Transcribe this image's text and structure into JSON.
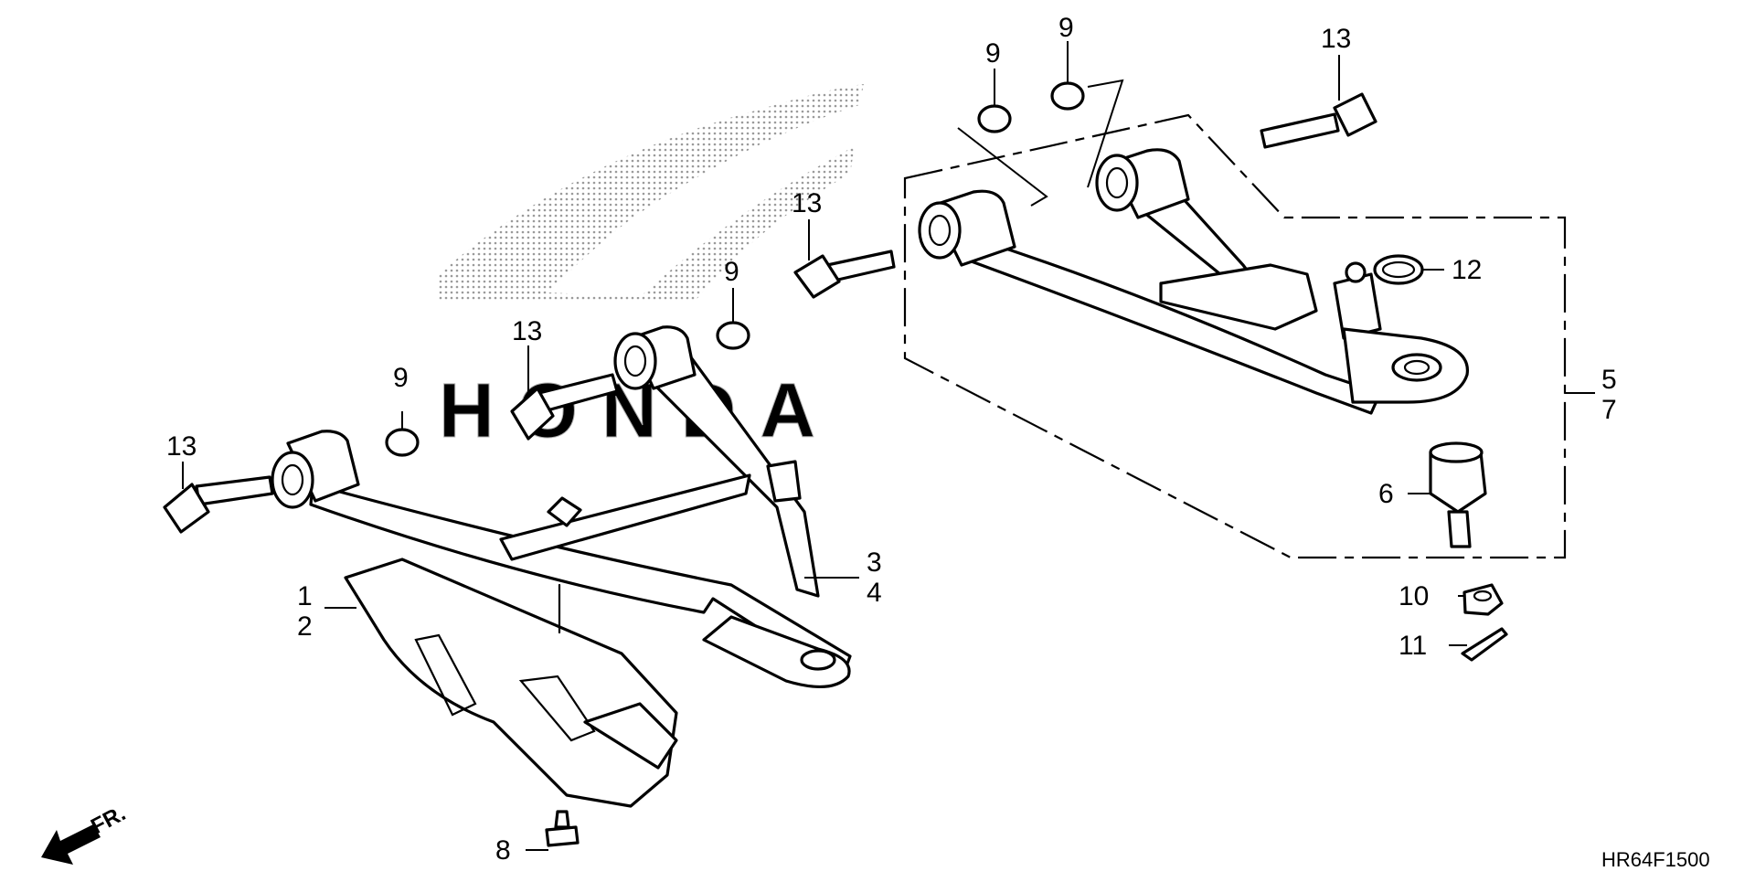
{
  "diagram": {
    "code": "HR64F1500",
    "front_label": "FR.",
    "callouts": {
      "c1": "1",
      "c2": "2",
      "c3": "3",
      "c4": "4",
      "c5": "5",
      "c6": "6",
      "c7": "7",
      "c8": "8",
      "c9a": "9",
      "c9b": "9",
      "c9c": "9",
      "c9d": "9",
      "c10": "10",
      "c11": "11",
      "c12": "12",
      "c13a": "13",
      "c13b": "13",
      "c13c": "13",
      "c13d": "13"
    }
  },
  "watermark": {
    "brand": "HONDA"
  },
  "colors": {
    "ink": "#000000",
    "background": "#ffffff",
    "watermark": "#9a9a9a"
  }
}
